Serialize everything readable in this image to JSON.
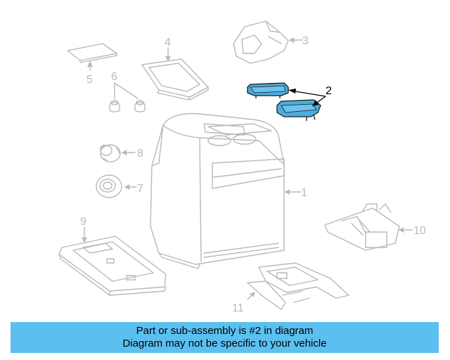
{
  "diagram": {
    "callouts": {
      "c1": "1",
      "c2": "2",
      "c3": "3",
      "c4": "4",
      "c5": "5",
      "c6": "6",
      "c7": "7",
      "c8": "8",
      "c9": "9",
      "c10": "10",
      "c11": "11"
    },
    "highlight_color": "#4aaee0",
    "faded_color": "#b9b9b9"
  },
  "banner": {
    "line1": "Part or sub-assembly is #2 in diagram",
    "line2": "Diagram may not be specific to your vehicle",
    "background": "#5bc0f0"
  }
}
